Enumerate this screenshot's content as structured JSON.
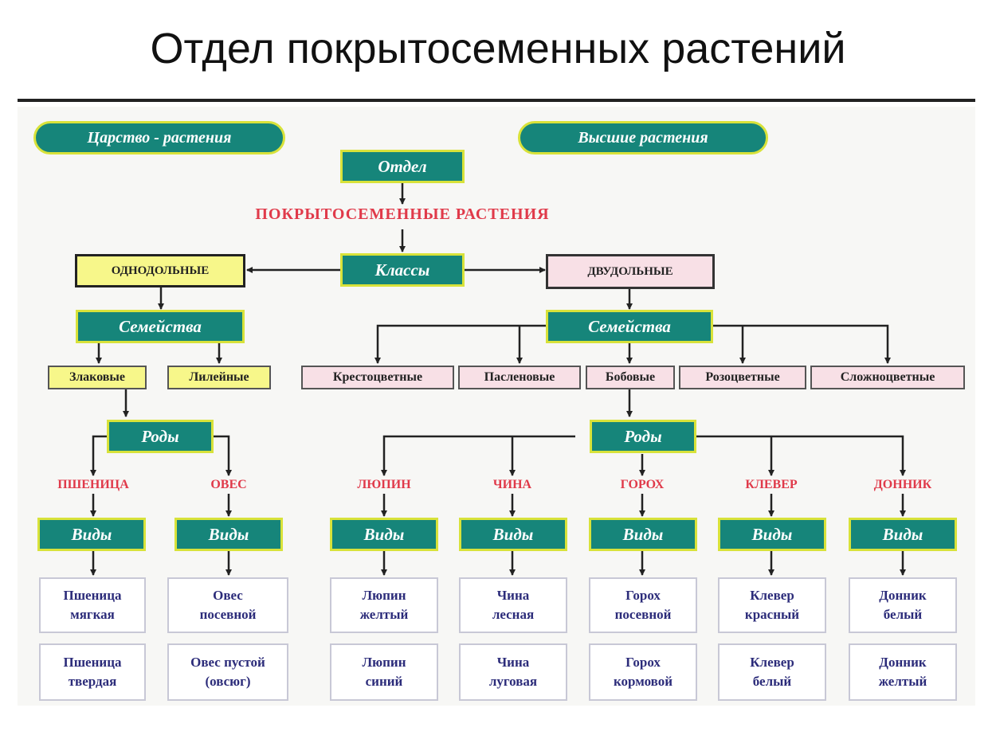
{
  "title": "Отдел покрытосеменных растений",
  "kingdom": "Царство - растения",
  "higher": "Высшие растения",
  "division": "Отдел",
  "angiosperms": "ПОКРЫТОСЕМЕННЫЕ РАСТЕНИЯ",
  "classes": "Классы",
  "monocots": "ОДНОДОЛЬНЫЕ",
  "dicots": "ДВУДОЛЬНЫЕ",
  "families_label": "Семейства",
  "genera_label": "Роды",
  "species_label": "Виды",
  "mono_families": [
    "Злаковые",
    "Лилейные"
  ],
  "dicot_families": [
    "Крестоцветные",
    "Пасленовые",
    "Бобовые",
    "Розоцветные",
    "Сложноцветные"
  ],
  "genera": [
    "ПШЕНИЦА",
    "ОВЕС",
    "ЛЮПИН",
    "ЧИНА",
    "ГОРОХ",
    "КЛЕВЕР",
    "ДОННИК"
  ],
  "species": [
    [
      "Пшеница\nмягкая",
      "Пшеница\nтвердая"
    ],
    [
      "Овес\nпосевной",
      "Овес пустой\n(овсюг)"
    ],
    [
      "Люпин\nжелтый",
      "Люпин\nсиний"
    ],
    [
      "Чина\nлесная",
      "Чина\nлуговая"
    ],
    [
      "Горох\nпосевной",
      "Горох\nкормовой"
    ],
    [
      "Клевер\nкрасный",
      "Клевер\nбелый"
    ],
    [
      "Донник\nбелый",
      "Донник\nжелтый"
    ]
  ],
  "colors": {
    "teal": "#16857a",
    "teal_border": "#d8e23a",
    "yellow": "#f7f78a",
    "pink": "#f8e0e6",
    "red_text": "#e03a4a",
    "species_text": "#2c2c7a"
  }
}
